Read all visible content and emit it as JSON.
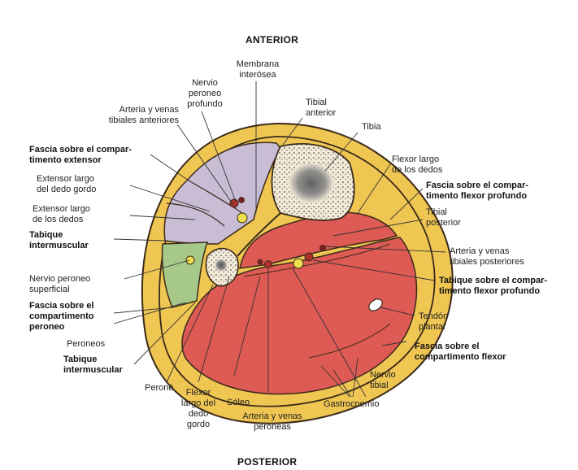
{
  "orientation": {
    "top": "ANTERIOR",
    "bottom": "POSTERIOR"
  },
  "labels": {
    "membrana": "Membrana\ninterósea",
    "nervio_peroneo_profundo": "Nervio\nperoneo\nprofundo",
    "arteria_tibiales_anteriores": "Arteria y venas\ntibiales anteriores",
    "tibial_anterior": "Tibial\nanterior",
    "tibia": "Tibia",
    "fascia_extensor": "Fascia sobre el compar-\ntimento extensor",
    "extensor_largo_dedo_gordo": "Extensor largo\ndel dedo gordo",
    "extensor_largo_dedos": "Extensor largo\nde los dedos",
    "tabique_1": "Tabique\nintermuscular",
    "nervio_peroneo_superficial": "Nervio peroneo\nsuperficial",
    "fascia_peroneo": "Fascia sobre el\ncompartimento\nperoneo",
    "peroneos": "Peroneos",
    "tabique_2": "Tabique\nintermuscular",
    "perone": "Peroné",
    "flexor_largo_dedo_gordo": "Flexor\nlargo del\ndedo\ngordo",
    "soleo": "Sóleo",
    "arteria_peroneas": "Arteria y venas\nperoneas",
    "gastrocnemio": "Gastrocnemio",
    "nervio_tibial": "Nervio\ntibial",
    "fascia_flexor": "Fascia sobre el\ncompartimento flexor",
    "tendon_plantar": "Tendón\nplantar",
    "tabique_flexor_profundo": "Tabique sobre el compar-\ntimento flexor profundo",
    "arteria_tibiales_posteriores": "Arteria y venas\ntibiales posteriores",
    "tibial_posterior": "Tibial\nposterior",
    "fascia_flexor_profundo": "Fascia sobre el compar-\ntimento flexor profundo",
    "flexor_largo_dedos": "Flexor largo\nde los dedos"
  },
  "colors": {
    "skin": "#f0c653",
    "extensor": "#c9bdd6",
    "peroneal": "#a6c98a",
    "flexor": "#dd5a55",
    "flexor_dark": "#c9433f",
    "bone": "#f3ead8",
    "fascia": "#3a2a1a",
    "leader": "#333333"
  }
}
